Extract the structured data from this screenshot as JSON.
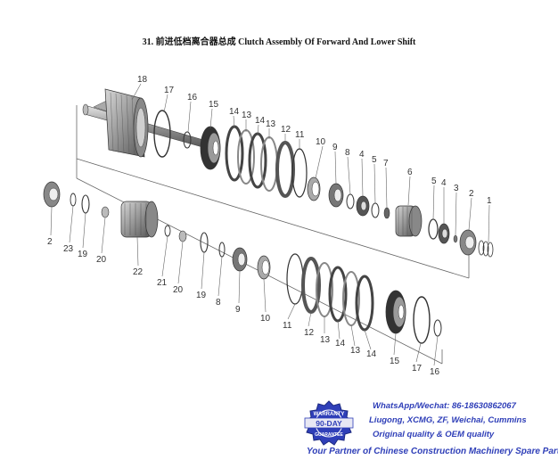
{
  "header": {
    "index": "31.",
    "title_cn": "前进低档离合器总成",
    "title_en": "Clutch Assembly Of Forward And Lower Shift"
  },
  "callouts": {
    "upper": [
      "18",
      "17",
      "16",
      "15",
      "14",
      "13",
      "14",
      "13",
      "12",
      "11",
      "10",
      "9",
      "8",
      "4",
      "5",
      "7",
      "6",
      "5",
      "4",
      "3",
      "2",
      "1"
    ],
    "lower": [
      "2",
      "23",
      "19",
      "20",
      "22",
      "21",
      "20",
      "19",
      "8",
      "9",
      "10",
      "11",
      "12",
      "13",
      "14",
      "13",
      "14",
      "15",
      "17",
      "16"
    ]
  },
  "watermark": {
    "badge_top": "WARRANTY",
    "badge_main": "90-DAY",
    "badge_bottom": "GUARANTEE",
    "line1": "WhatsApp/Wechat: 86-18630862067",
    "line2": "Liugong, XCMG, ZF, Weichai, Cummins",
    "line3": "Original quality & OEM quality",
    "line4": "Your Partner of Chinese Construction Machinery Spare Parts"
  },
  "colors": {
    "part": "#9a9a9a",
    "part_dark": "#4a4a4a",
    "leader": "#555555",
    "brand_blue": "#2f3fb8"
  }
}
